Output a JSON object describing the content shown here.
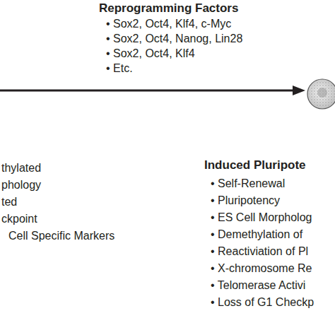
{
  "diagram": {
    "labels": [
      "Reprogramming Factors",
      "• Sox2, Oct4, Klf4, c-Myc",
      "• Sox2, Oct4, Nanog, Lin28",
      "• Sox2, Oct4, Klf4",
      "• Etc.",
      "thylated",
      "phology",
      "ted",
      "ckpoint",
      "Cell Specific Markers",
      "Induced Pluripote",
      "• Self-Renewal",
      "• Pluripotency",
      "• ES Cell Morpholog",
      "• Demethylation of",
      "• Reactiviation of Pl",
      "• X-chromosome Re",
      "• Telomerase Activi",
      "• Loss of G1 Checkp"
    ]
  }
}
